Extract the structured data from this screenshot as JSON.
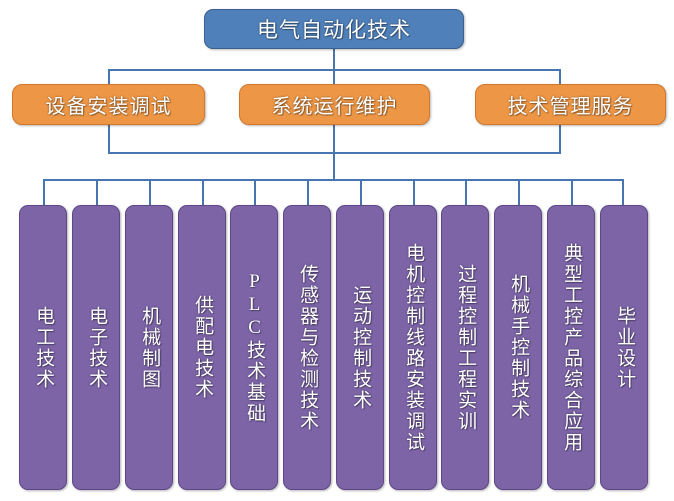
{
  "diagram": {
    "type": "organization-tree",
    "title": "电气自动化技术",
    "colors": {
      "root_fill": "#4F80BA",
      "root_border": "#38618F",
      "category_fill": "#ED9645",
      "category_border": "#D2762A",
      "course_fill": "#7C64A7",
      "course_border": "#5E4786",
      "connector": "#4775AF",
      "text": "#FFFFFF",
      "background": "#FFFFFF"
    },
    "root": {
      "label": "电气自动化技术"
    },
    "categories": [
      {
        "label": "设备安装调试"
      },
      {
        "label": "系统运行维护"
      },
      {
        "label": "技术管理服务"
      }
    ],
    "courses": [
      {
        "label": "电工技术"
      },
      {
        "label": "电子技术"
      },
      {
        "label": "机械制图"
      },
      {
        "label": "供配电技术"
      },
      {
        "label": "PLC技术基础"
      },
      {
        "label": "传感器与检测技术"
      },
      {
        "label": "运动控制技术"
      },
      {
        "label": "电机控制线路安装调试"
      },
      {
        "label": "过程控制工程实训"
      },
      {
        "label": "机械手控制技术"
      },
      {
        "label": "典型工控产品综合应用"
      },
      {
        "label": "毕业设计"
      }
    ]
  }
}
